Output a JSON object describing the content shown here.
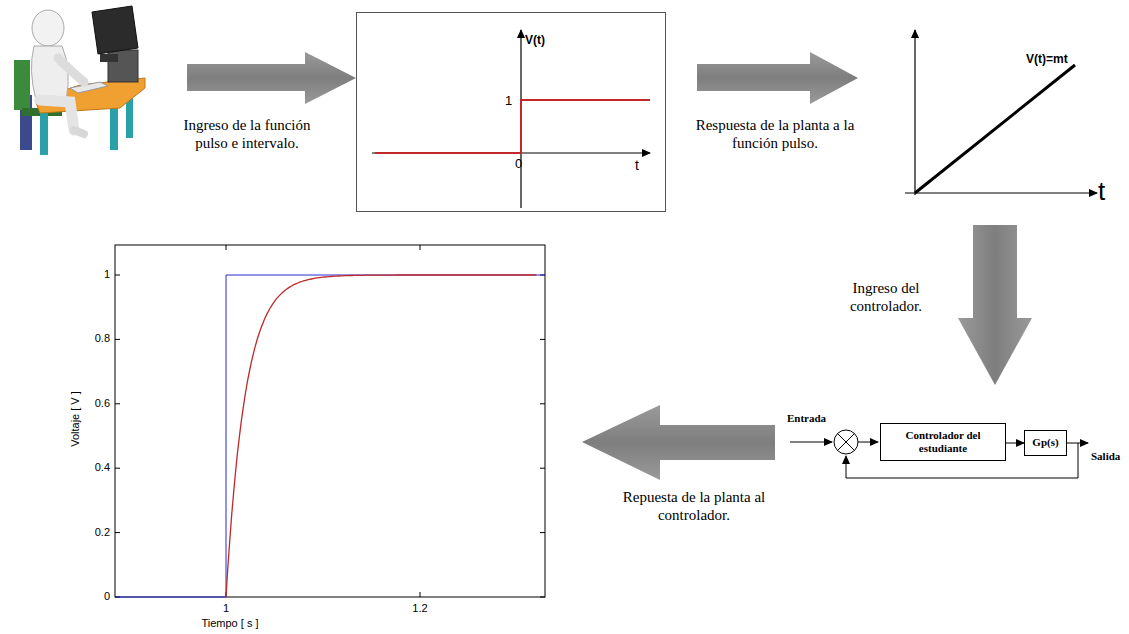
{
  "diagram": {
    "nodes": [
      {
        "text": [
          "V(t)",
          "1",
          "0",
          "t"
        ]
      },
      {
        "text": [
          "Controlador del estudiante"
        ]
      },
      {
        "text": [
          "Gp(s)"
        ]
      }
    ],
    "edges": [
      {
        "from": 1,
        "to": 2,
        "arrow": "to"
      }
    ],
    "labels": [
      "Ingreso de la función pulso e intervalo.",
      "Respuesta de la planta a la función pulso.",
      "V(t)=mt",
      "t",
      "Ingreso del controlador.",
      "Entrada",
      "Salida",
      "Repuesta de la planta al controlador.",
      "0",
      "0.2",
      "0.4",
      "0.6",
      "0.8",
      "1",
      "1",
      "1.2",
      "Voltaje [ V ]",
      "Tiempo [ s ]"
    ]
  }
}
